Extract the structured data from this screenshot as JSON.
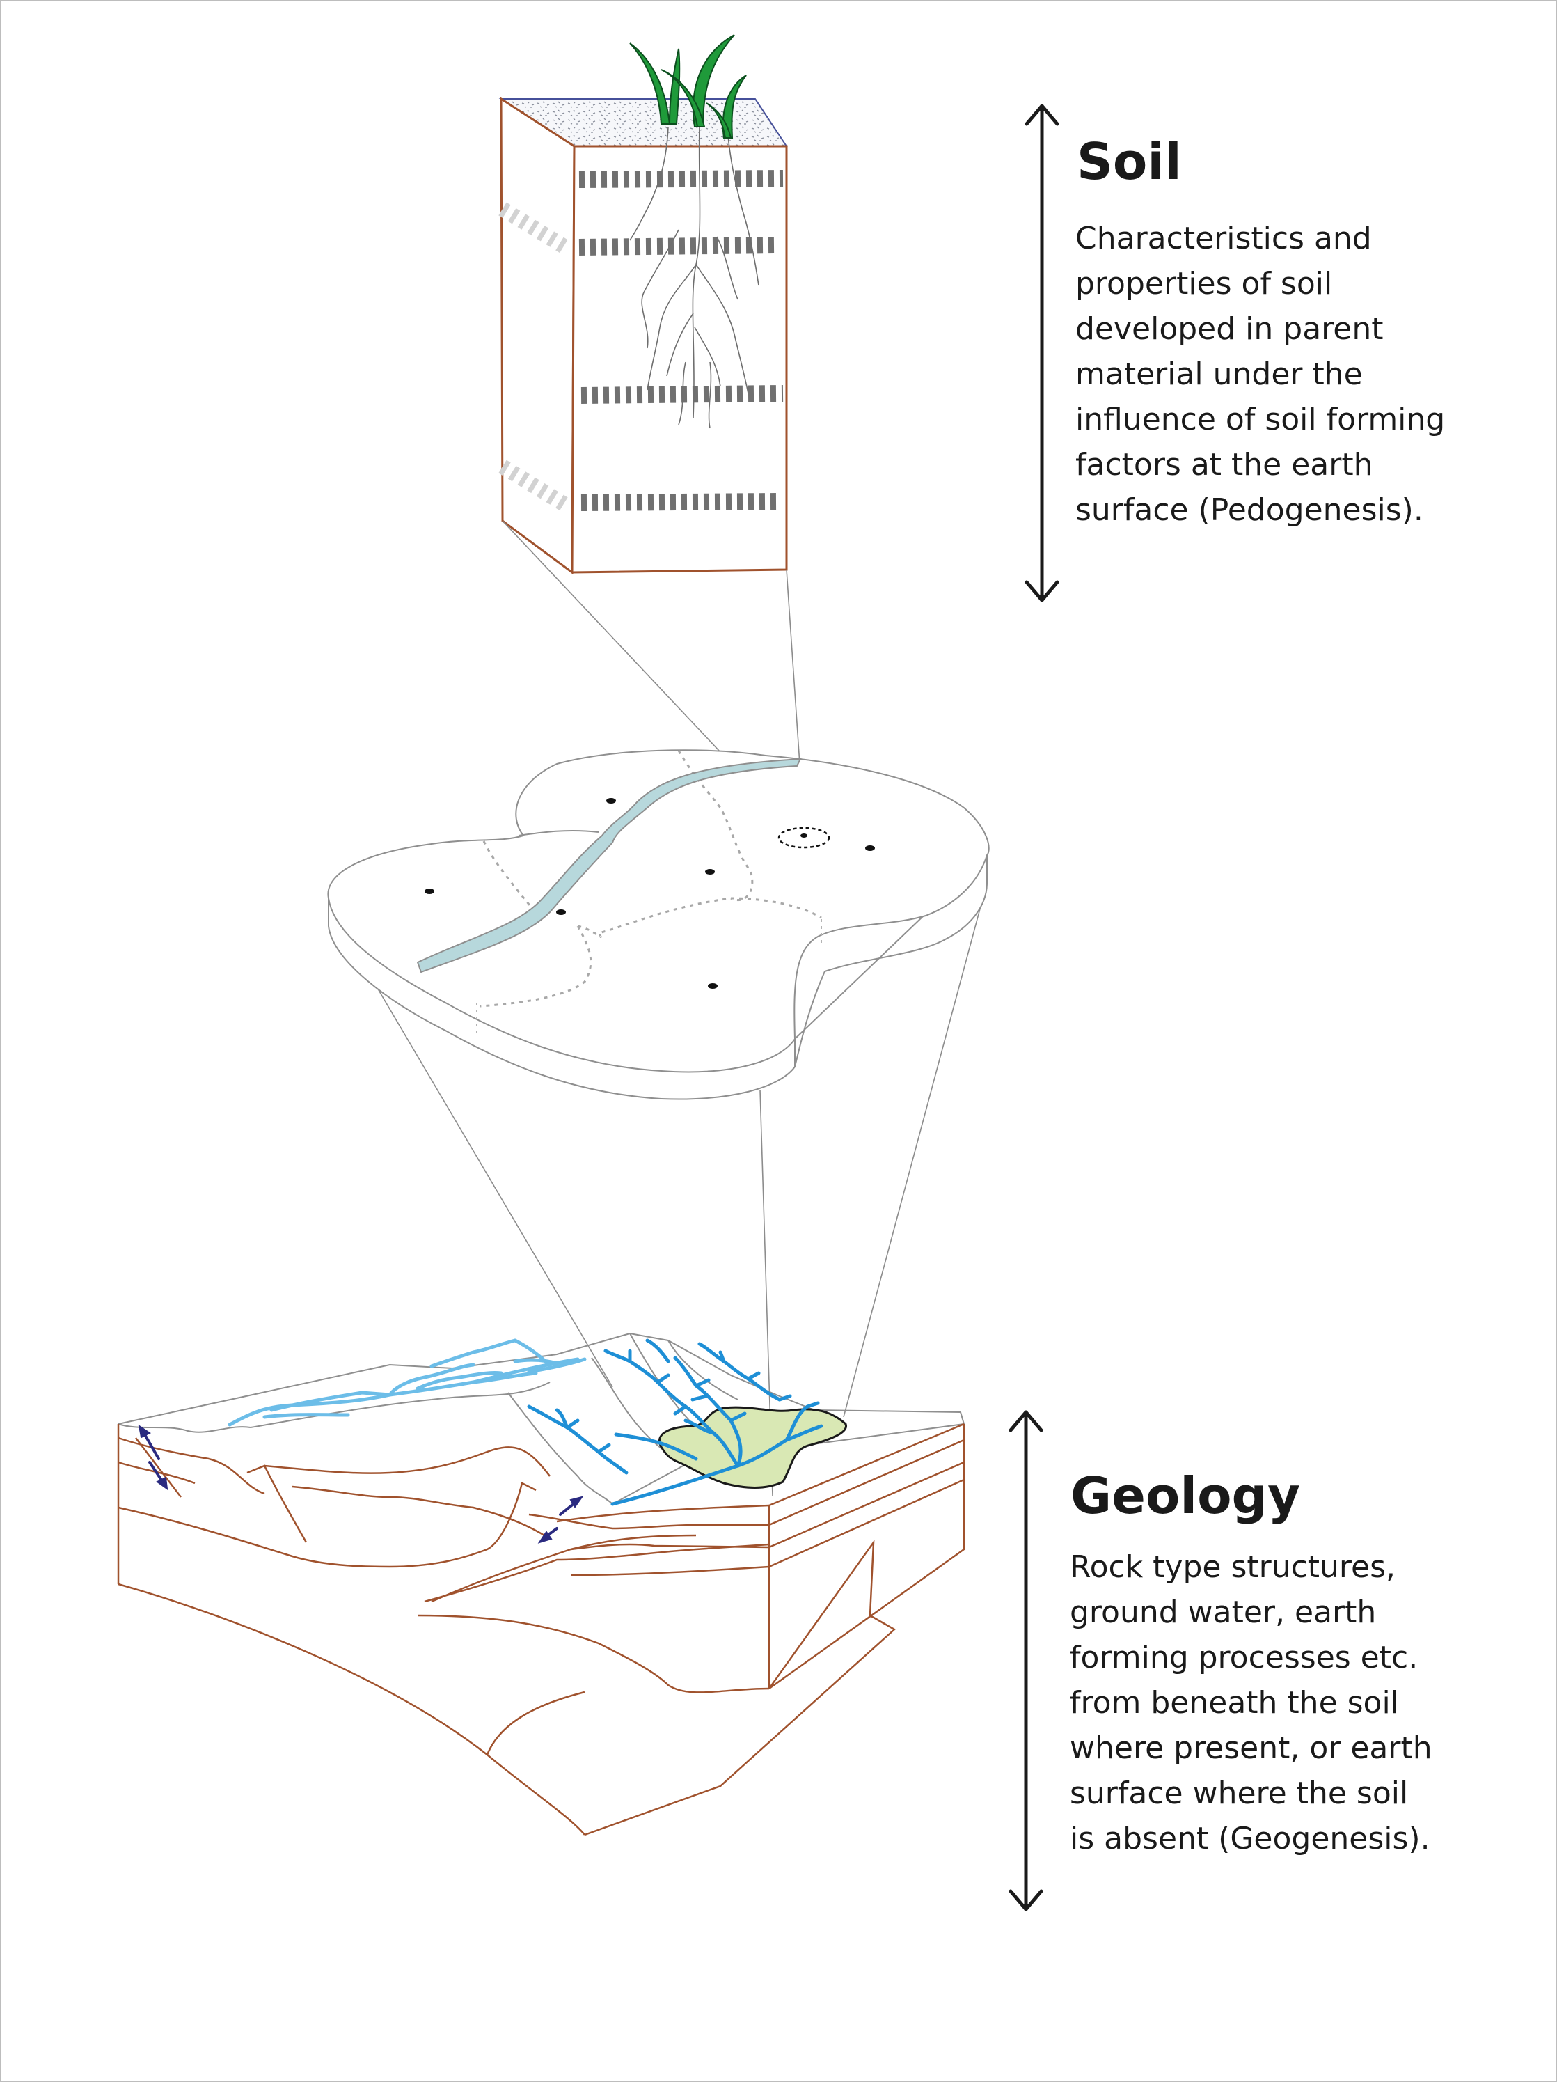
{
  "soil": {
    "heading": "Soil",
    "lines": [
      "Characteristics and",
      "properties of soil",
      "developed in parent",
      "material under the",
      "influence of soil forming",
      "factors at the earth",
      "surface (Pedogenesis)."
    ]
  },
  "geology": {
    "heading": "Geology",
    "lines": [
      "Rock type structures,",
      "ground water, earth",
      "forming processes etc.",
      "from beneath the soil",
      "where present, or earth",
      "surface where the soil",
      "is absent (Geogenesis)."
    ]
  },
  "colors": {
    "soil_outline": "#a0522d",
    "grass": "#1f9a3a",
    "stream_pale": "#b7d8dc",
    "river_blue": "#1e8fd6",
    "river_light": "#6cbde8",
    "wetland": "#d9e8b4",
    "fault_arrow": "#2a2a80",
    "text": "#1a1a1a"
  }
}
